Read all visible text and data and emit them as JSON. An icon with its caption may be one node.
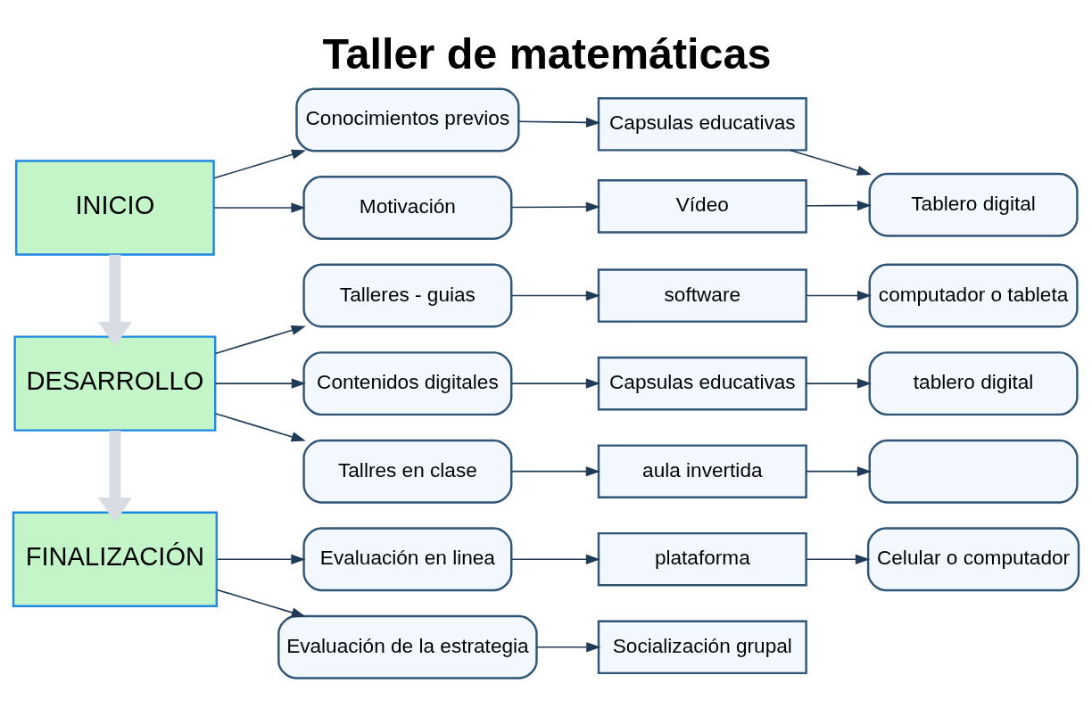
{
  "diagram": {
    "title": "Taller de matemáticas",
    "nodes": [
      {
        "text": [
          "INICIO"
        ]
      },
      {
        "text": [
          "DESARROLLO"
        ]
      },
      {
        "text": [
          "FINALIZACIÓN"
        ]
      },
      {
        "text": [
          "Conocimientos previos"
        ]
      },
      {
        "text": [
          "Motivación"
        ]
      },
      {
        "text": [
          "Capsulas educativas"
        ]
      },
      {
        "text": [
          "Vídeo"
        ]
      },
      {
        "text": [
          "Tablero digital"
        ]
      },
      {
        "text": [
          "Talleres - guias"
        ]
      },
      {
        "text": [
          "Contenidos digitales"
        ]
      },
      {
        "text": [
          "Tallres en clase"
        ]
      },
      {
        "text": [
          "software"
        ]
      },
      {
        "text": [
          "Capsulas educativas"
        ]
      },
      {
        "text": [
          "aula invertida"
        ]
      },
      {
        "text": [
          "computador o tableta"
        ]
      },
      {
        "text": [
          "tablero digital"
        ]
      },
      {
        "text": [],
        "shape": "box"
      },
      {
        "text": [
          "Evaluación en linea"
        ]
      },
      {
        "text": [
          "Evaluación de la estrategia"
        ]
      },
      {
        "text": [
          "plataforma"
        ]
      },
      {
        "text": [
          "Socialización grupal"
        ]
      },
      {
        "text": [
          "Celular o computador"
        ]
      }
    ],
    "edges": [
      {
        "from": 0,
        "to": 1,
        "arrow": "to",
        "style": "thick",
        "color": "#d9dde3"
      },
      {
        "from": 1,
        "to": 2,
        "arrow": "to",
        "style": "thick",
        "color": "#d9dde3"
      },
      {
        "from": 0,
        "to": 3,
        "arrow": "to"
      },
      {
        "from": 0,
        "to": 4,
        "arrow": "to"
      },
      {
        "from": 3,
        "to": 5,
        "arrow": "to"
      },
      {
        "from": 4,
        "to": 6,
        "arrow": "to"
      },
      {
        "from": 5,
        "to": 7,
        "arrow": "to"
      },
      {
        "from": 6,
        "to": 7,
        "arrow": "to"
      },
      {
        "from": 1,
        "to": 8,
        "arrow": "to"
      },
      {
        "from": 1,
        "to": 9,
        "arrow": "to"
      },
      {
        "from": 1,
        "to": 10,
        "arrow": "to"
      },
      {
        "from": 8,
        "to": 11,
        "arrow": "to"
      },
      {
        "from": 9,
        "to": 12,
        "arrow": "to"
      },
      {
        "from": 10,
        "to": 13,
        "arrow": "to"
      },
      {
        "from": 11,
        "to": 14,
        "arrow": "to"
      },
      {
        "from": 12,
        "to": 15,
        "arrow": "to"
      },
      {
        "from": 13,
        "to": 16,
        "arrow": "to"
      },
      {
        "from": 2,
        "to": 17,
        "arrow": "to"
      },
      {
        "from": 2,
        "to": 18,
        "arrow": "to"
      },
      {
        "from": 17,
        "to": 19,
        "arrow": "to"
      },
      {
        "from": 18,
        "to": 20,
        "arrow": "to"
      },
      {
        "from": 19,
        "to": 21,
        "arrow": "to"
      }
    ]
  }
}
